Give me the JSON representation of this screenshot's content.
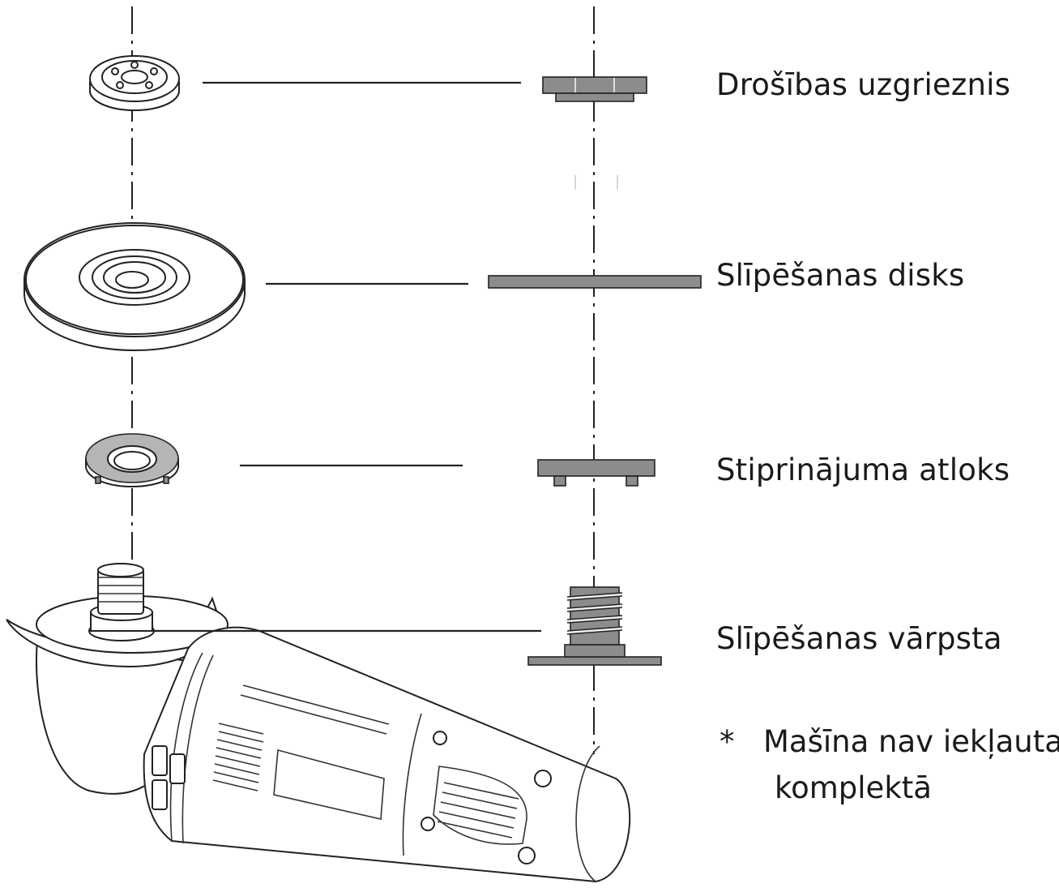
{
  "labels": {
    "safety_nut": "Drošības uzgrieznis",
    "grinding_disc": "Slīpēšanas disks",
    "mounting_flange": "Stiprinājuma atloks",
    "grinding_spindle": "Slīpēšanas vārpsta"
  },
  "note": {
    "asterisk": "*",
    "line1": "Mašīna nav iekļauta",
    "line2": "komplektā"
  }
}
